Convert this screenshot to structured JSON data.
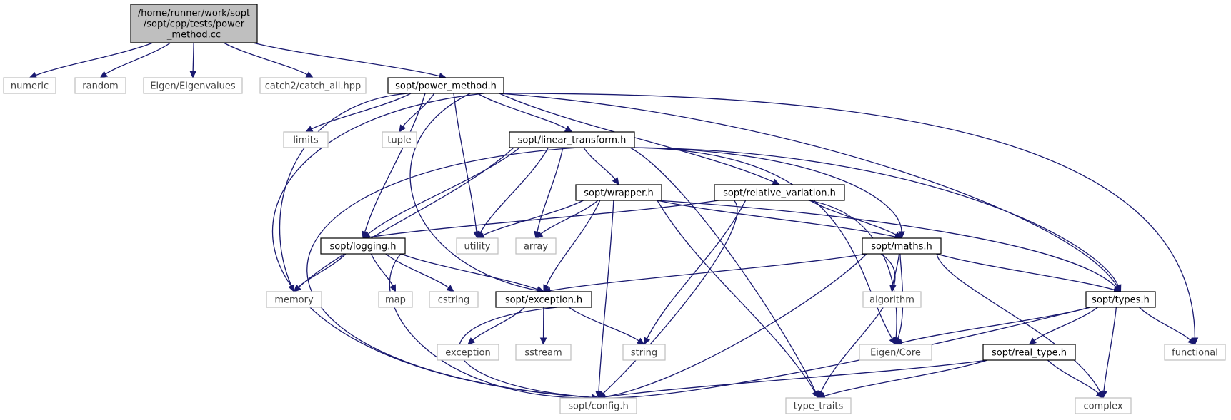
{
  "graph": {
    "colors": {
      "edge": "#191970",
      "root_fill": "#bfbfbf",
      "node_border": "#000000",
      "external_border": "#bfbfbf",
      "external_text": "#404040"
    },
    "nodes": [
      {
        "id": "root",
        "lines": [
          "/home/runner/work/sopt",
          "/sopt/cpp/tests/power",
          "_method.cc"
        ],
        "kind": "root"
      },
      {
        "id": "numeric",
        "lines": [
          "numeric"
        ],
        "kind": "external"
      },
      {
        "id": "random",
        "lines": [
          "random"
        ],
        "kind": "external"
      },
      {
        "id": "eigenvalues",
        "lines": [
          "Eigen/Eigenvalues"
        ],
        "kind": "external"
      },
      {
        "id": "catch",
        "lines": [
          "catch2/catch_all.hpp"
        ],
        "kind": "external"
      },
      {
        "id": "power",
        "lines": [
          "sopt/power_method.h"
        ],
        "kind": "header"
      },
      {
        "id": "limits",
        "lines": [
          "limits"
        ],
        "kind": "external"
      },
      {
        "id": "tuple",
        "lines": [
          "tuple"
        ],
        "kind": "external"
      },
      {
        "id": "linear",
        "lines": [
          "sopt/linear_transform.h"
        ],
        "kind": "header"
      },
      {
        "id": "wrapper",
        "lines": [
          "sopt/wrapper.h"
        ],
        "kind": "header"
      },
      {
        "id": "relvar",
        "lines": [
          "sopt/relative_variation.h"
        ],
        "kind": "header"
      },
      {
        "id": "logging",
        "lines": [
          "sopt/logging.h"
        ],
        "kind": "header"
      },
      {
        "id": "utility",
        "lines": [
          "utility"
        ],
        "kind": "external"
      },
      {
        "id": "array",
        "lines": [
          "array"
        ],
        "kind": "external"
      },
      {
        "id": "maths",
        "lines": [
          "sopt/maths.h"
        ],
        "kind": "header"
      },
      {
        "id": "memory",
        "lines": [
          "memory"
        ],
        "kind": "external"
      },
      {
        "id": "map",
        "lines": [
          "map"
        ],
        "kind": "external"
      },
      {
        "id": "cstring",
        "lines": [
          "cstring"
        ],
        "kind": "external"
      },
      {
        "id": "exception_h",
        "lines": [
          "sopt/exception.h"
        ],
        "kind": "header"
      },
      {
        "id": "algorithm",
        "lines": [
          "algorithm"
        ],
        "kind": "external"
      },
      {
        "id": "types",
        "lines": [
          "sopt/types.h"
        ],
        "kind": "header"
      },
      {
        "id": "exception",
        "lines": [
          "exception"
        ],
        "kind": "external"
      },
      {
        "id": "sstream",
        "lines": [
          "sstream"
        ],
        "kind": "external"
      },
      {
        "id": "string",
        "lines": [
          "string"
        ],
        "kind": "external"
      },
      {
        "id": "eigencore",
        "lines": [
          "Eigen/Core"
        ],
        "kind": "external"
      },
      {
        "id": "realtype",
        "lines": [
          "sopt/real_type.h"
        ],
        "kind": "header"
      },
      {
        "id": "functional",
        "lines": [
          "functional"
        ],
        "kind": "external"
      },
      {
        "id": "config",
        "lines": [
          "sopt/config.h"
        ],
        "kind": "external"
      },
      {
        "id": "typetraits",
        "lines": [
          "type_traits"
        ],
        "kind": "external"
      },
      {
        "id": "complex",
        "lines": [
          "complex"
        ],
        "kind": "external"
      }
    ],
    "edges": [
      {
        "from": "root",
        "to": "numeric"
      },
      {
        "from": "root",
        "to": "random"
      },
      {
        "from": "root",
        "to": "eigenvalues"
      },
      {
        "from": "root",
        "to": "catch"
      },
      {
        "from": "root",
        "to": "power"
      },
      {
        "from": "power",
        "to": "limits"
      },
      {
        "from": "power",
        "to": "tuple"
      },
      {
        "from": "power",
        "to": "linear"
      },
      {
        "from": "power",
        "to": "relvar"
      },
      {
        "from": "power",
        "to": "logging"
      },
      {
        "from": "power",
        "to": "utility"
      },
      {
        "from": "power",
        "to": "memory"
      },
      {
        "from": "power",
        "to": "exception_h"
      },
      {
        "from": "power",
        "to": "config"
      },
      {
        "from": "power",
        "to": "types"
      },
      {
        "from": "power",
        "to": "functional"
      },
      {
        "from": "linear",
        "to": "wrapper"
      },
      {
        "from": "linear",
        "to": "array"
      },
      {
        "from": "linear",
        "to": "utility"
      },
      {
        "from": "linear",
        "to": "logging"
      },
      {
        "from": "linear",
        "to": "memory"
      },
      {
        "from": "linear",
        "to": "config"
      },
      {
        "from": "linear",
        "to": "typetraits"
      },
      {
        "from": "linear",
        "to": "eigencore"
      },
      {
        "from": "linear",
        "to": "maths"
      },
      {
        "from": "linear",
        "to": "types"
      },
      {
        "from": "wrapper",
        "to": "utility"
      },
      {
        "from": "wrapper",
        "to": "array"
      },
      {
        "from": "wrapper",
        "to": "exception_h"
      },
      {
        "from": "wrapper",
        "to": "config"
      },
      {
        "from": "wrapper",
        "to": "typetraits"
      },
      {
        "from": "wrapper",
        "to": "maths"
      },
      {
        "from": "wrapper",
        "to": "types"
      },
      {
        "from": "relvar",
        "to": "logging"
      },
      {
        "from": "relvar",
        "to": "maths"
      },
      {
        "from": "relvar",
        "to": "string"
      },
      {
        "from": "relvar",
        "to": "config"
      },
      {
        "from": "relvar",
        "to": "eigencore"
      },
      {
        "from": "logging",
        "to": "memory"
      },
      {
        "from": "logging",
        "to": "map"
      },
      {
        "from": "logging",
        "to": "cstring"
      },
      {
        "from": "logging",
        "to": "exception_h"
      },
      {
        "from": "logging",
        "to": "config"
      },
      {
        "from": "maths",
        "to": "algorithm"
      },
      {
        "from": "maths",
        "to": "exception_h"
      },
      {
        "from": "maths",
        "to": "types"
      },
      {
        "from": "maths",
        "to": "eigencore"
      },
      {
        "from": "maths",
        "to": "typetraits"
      },
      {
        "from": "maths",
        "to": "complex"
      },
      {
        "from": "maths",
        "to": "config"
      },
      {
        "from": "exception_h",
        "to": "exception"
      },
      {
        "from": "exception_h",
        "to": "sstream"
      },
      {
        "from": "exception_h",
        "to": "string"
      },
      {
        "from": "exception_h",
        "to": "config"
      },
      {
        "from": "types",
        "to": "eigencore"
      },
      {
        "from": "types",
        "to": "realtype"
      },
      {
        "from": "types",
        "to": "functional"
      },
      {
        "from": "types",
        "to": "complex"
      },
      {
        "from": "types",
        "to": "config"
      },
      {
        "from": "realtype",
        "to": "config"
      },
      {
        "from": "realtype",
        "to": "typetraits"
      },
      {
        "from": "realtype",
        "to": "complex"
      }
    ]
  }
}
